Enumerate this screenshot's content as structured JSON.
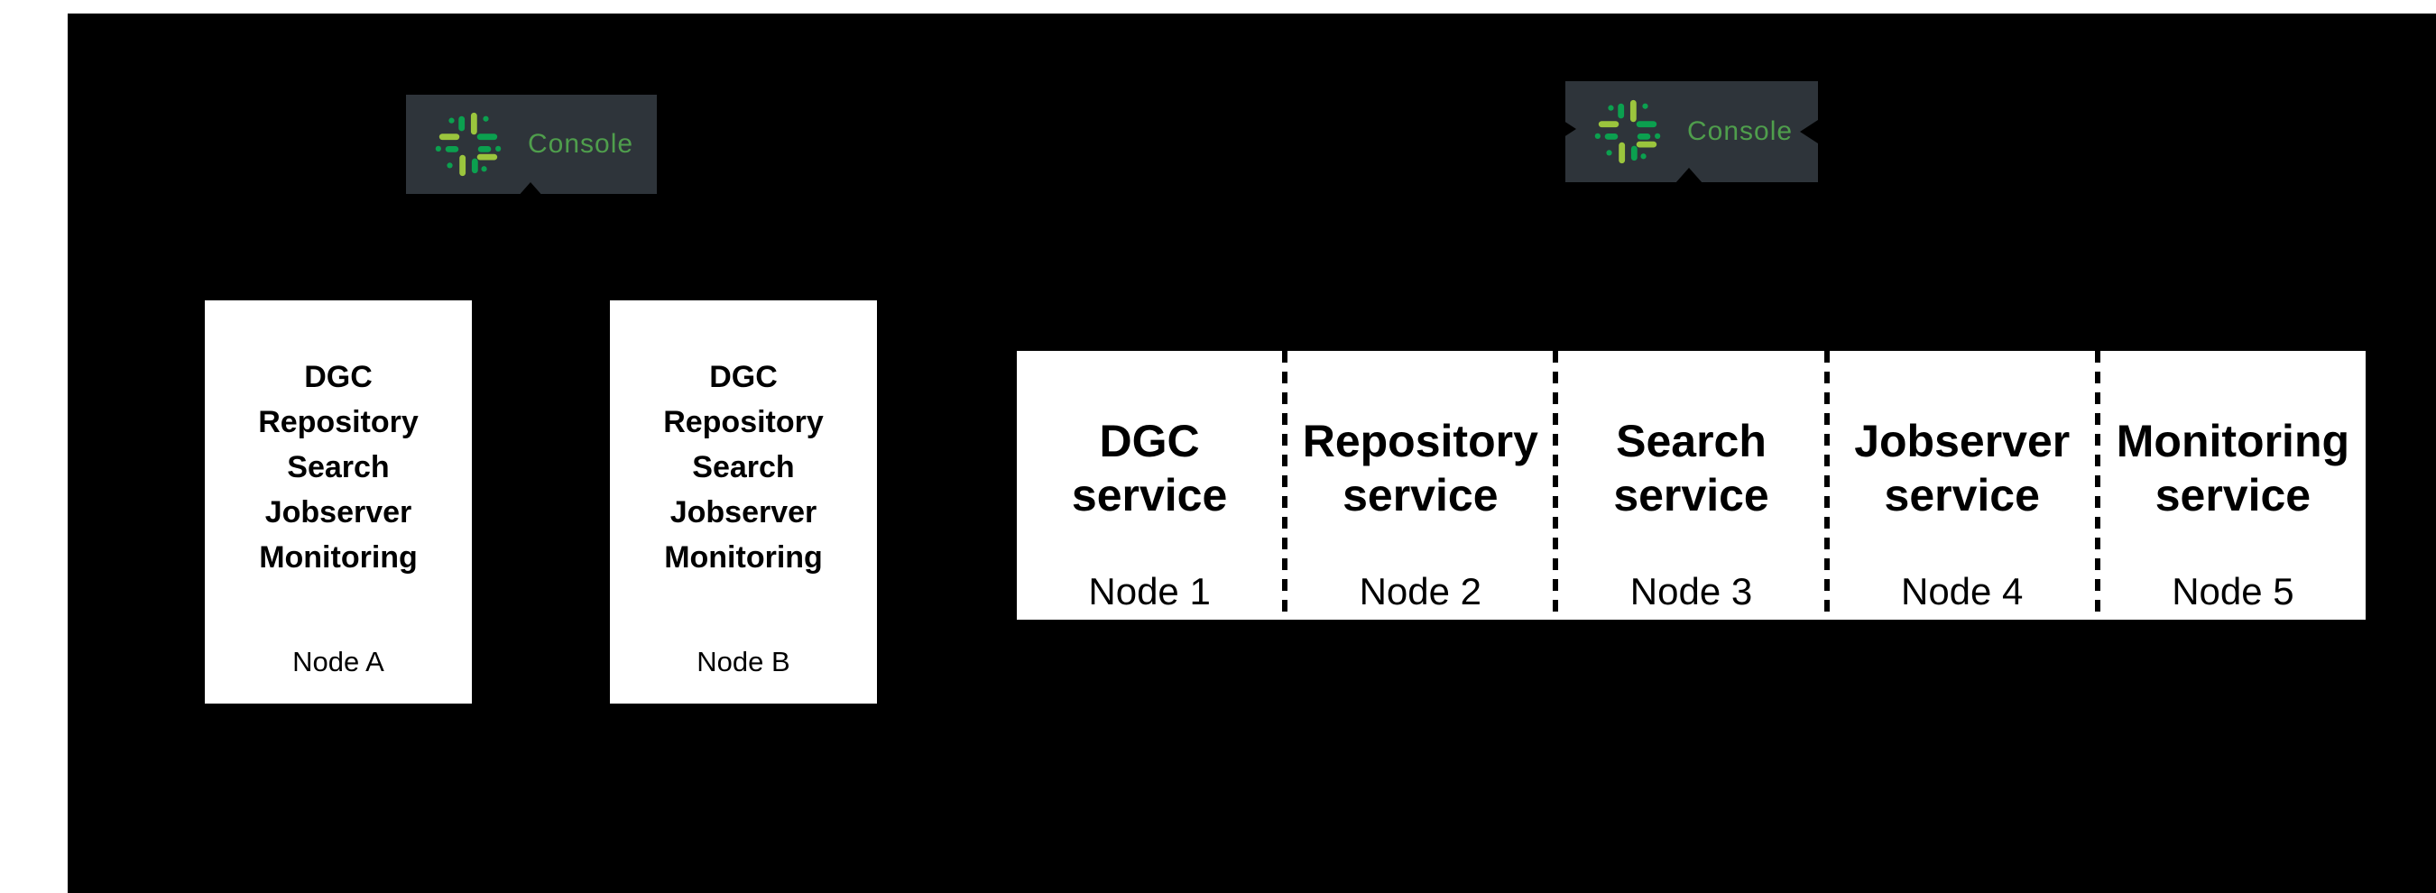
{
  "colors": {
    "page_bg": "#ffffff",
    "canvas_bg": "#000000",
    "box_bg": "#ffffff",
    "text": "#000000",
    "badge_bg": "#2e343a",
    "console_green": "#4f9e4c",
    "icon_green_light": "#9bc53d",
    "icon_green_dark": "#0ba04f"
  },
  "badges": {
    "left": {
      "label": "Console"
    },
    "right": {
      "label": "Console"
    }
  },
  "left_nodes": [
    {
      "services": [
        "DGC",
        "Repository",
        "Search",
        "Jobserver",
        "Monitoring"
      ],
      "node": "Node A"
    },
    {
      "services": [
        "DGC",
        "Repository",
        "Search",
        "Jobserver",
        "Monitoring"
      ],
      "node": "Node B"
    }
  ],
  "right_nodes": [
    {
      "service": "DGC",
      "suffix": "service",
      "node": "Node 1"
    },
    {
      "service": "Repository",
      "suffix": "service",
      "node": "Node 2"
    },
    {
      "service": "Search",
      "suffix": "service",
      "node": "Node 3"
    },
    {
      "service": "Jobserver",
      "suffix": "service",
      "node": "Node 4"
    },
    {
      "service": "Monitoring",
      "suffix": "service",
      "node": "Node 5"
    }
  ]
}
